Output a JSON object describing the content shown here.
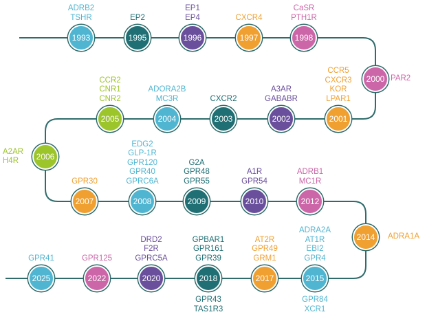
{
  "colors": {
    "line": "#2e6b6b",
    "blue": "#4fb5d1",
    "teal": "#1f6f74",
    "purple": "#6a4f9c",
    "orange": "#f0a030",
    "pink": "#cc66a8",
    "green": "#9cc42b"
  },
  "milestones": [
    {
      "year": "1993",
      "color": "blue",
      "labels": [
        "ADRB2",
        "TSHR"
      ]
    },
    {
      "year": "1995",
      "color": "teal",
      "labels": [
        "EP2"
      ]
    },
    {
      "year": "1996",
      "color": "purple",
      "labels": [
        "EP1",
        "EP4"
      ]
    },
    {
      "year": "1997",
      "color": "orange",
      "labels": [
        "CXCR4"
      ]
    },
    {
      "year": "1998",
      "color": "pink",
      "labels": [
        "CaSR",
        "PTH1R"
      ]
    },
    {
      "year": "2000",
      "color": "pink",
      "labels": [
        "PAR2"
      ]
    },
    {
      "year": "2001",
      "color": "orange",
      "labels": [
        "CCR5",
        "CXCR3",
        "KOR",
        "LPAR1"
      ]
    },
    {
      "year": "2002",
      "color": "purple",
      "labels": [
        "A3AR",
        "GABABR"
      ]
    },
    {
      "year": "2003",
      "color": "teal",
      "labels": [
        "CXCR2"
      ]
    },
    {
      "year": "2004",
      "color": "blue",
      "labels": [
        "ADORA2B",
        "MC3R"
      ]
    },
    {
      "year": "2005",
      "color": "green",
      "labels": [
        "CCR2",
        "CNR1",
        "CNR2"
      ]
    },
    {
      "year": "2006",
      "color": "green",
      "labels": [
        "A2AR",
        "H4R"
      ]
    },
    {
      "year": "2007",
      "color": "orange",
      "labels": [
        "GPR30"
      ]
    },
    {
      "year": "2008",
      "color": "blue",
      "labels": [
        "EDG2",
        "GLP-1R",
        "GPR120",
        "GPR40",
        "GPRC6A"
      ]
    },
    {
      "year": "2009",
      "color": "teal",
      "labels": [
        "G2A",
        "GPR48",
        "GPR55"
      ]
    },
    {
      "year": "2010",
      "color": "purple",
      "labels": [
        "A1R",
        "GPR54"
      ]
    },
    {
      "year": "2012",
      "color": "pink",
      "labels": [
        "ADRB1",
        "MC1R"
      ]
    },
    {
      "year": "2014",
      "color": "orange",
      "labels": [
        "ADRA1A"
      ]
    },
    {
      "year": "2015",
      "color": "blue",
      "labels": [
        "ADRA2A",
        "AT1R",
        "EBI2",
        "GPR4"
      ],
      "labels_below": [
        "GPR84",
        "XCR1"
      ]
    },
    {
      "year": "2017",
      "color": "orange",
      "labels": [
        "AT2R",
        "GPR49",
        "GRM1"
      ]
    },
    {
      "year": "2018",
      "color": "teal",
      "labels": [
        "GPBAR1",
        "GPR161",
        "GPR39"
      ],
      "labels_below": [
        "GPR43",
        "TAS1R3"
      ]
    },
    {
      "year": "2020",
      "color": "purple",
      "labels": [
        "DRD2",
        "F2R",
        "GPRC5A"
      ]
    },
    {
      "year": "2022",
      "color": "pink",
      "labels": [
        "GPR125"
      ]
    },
    {
      "year": "2025",
      "color": "blue",
      "labels": [
        "GPR41"
      ]
    }
  ]
}
